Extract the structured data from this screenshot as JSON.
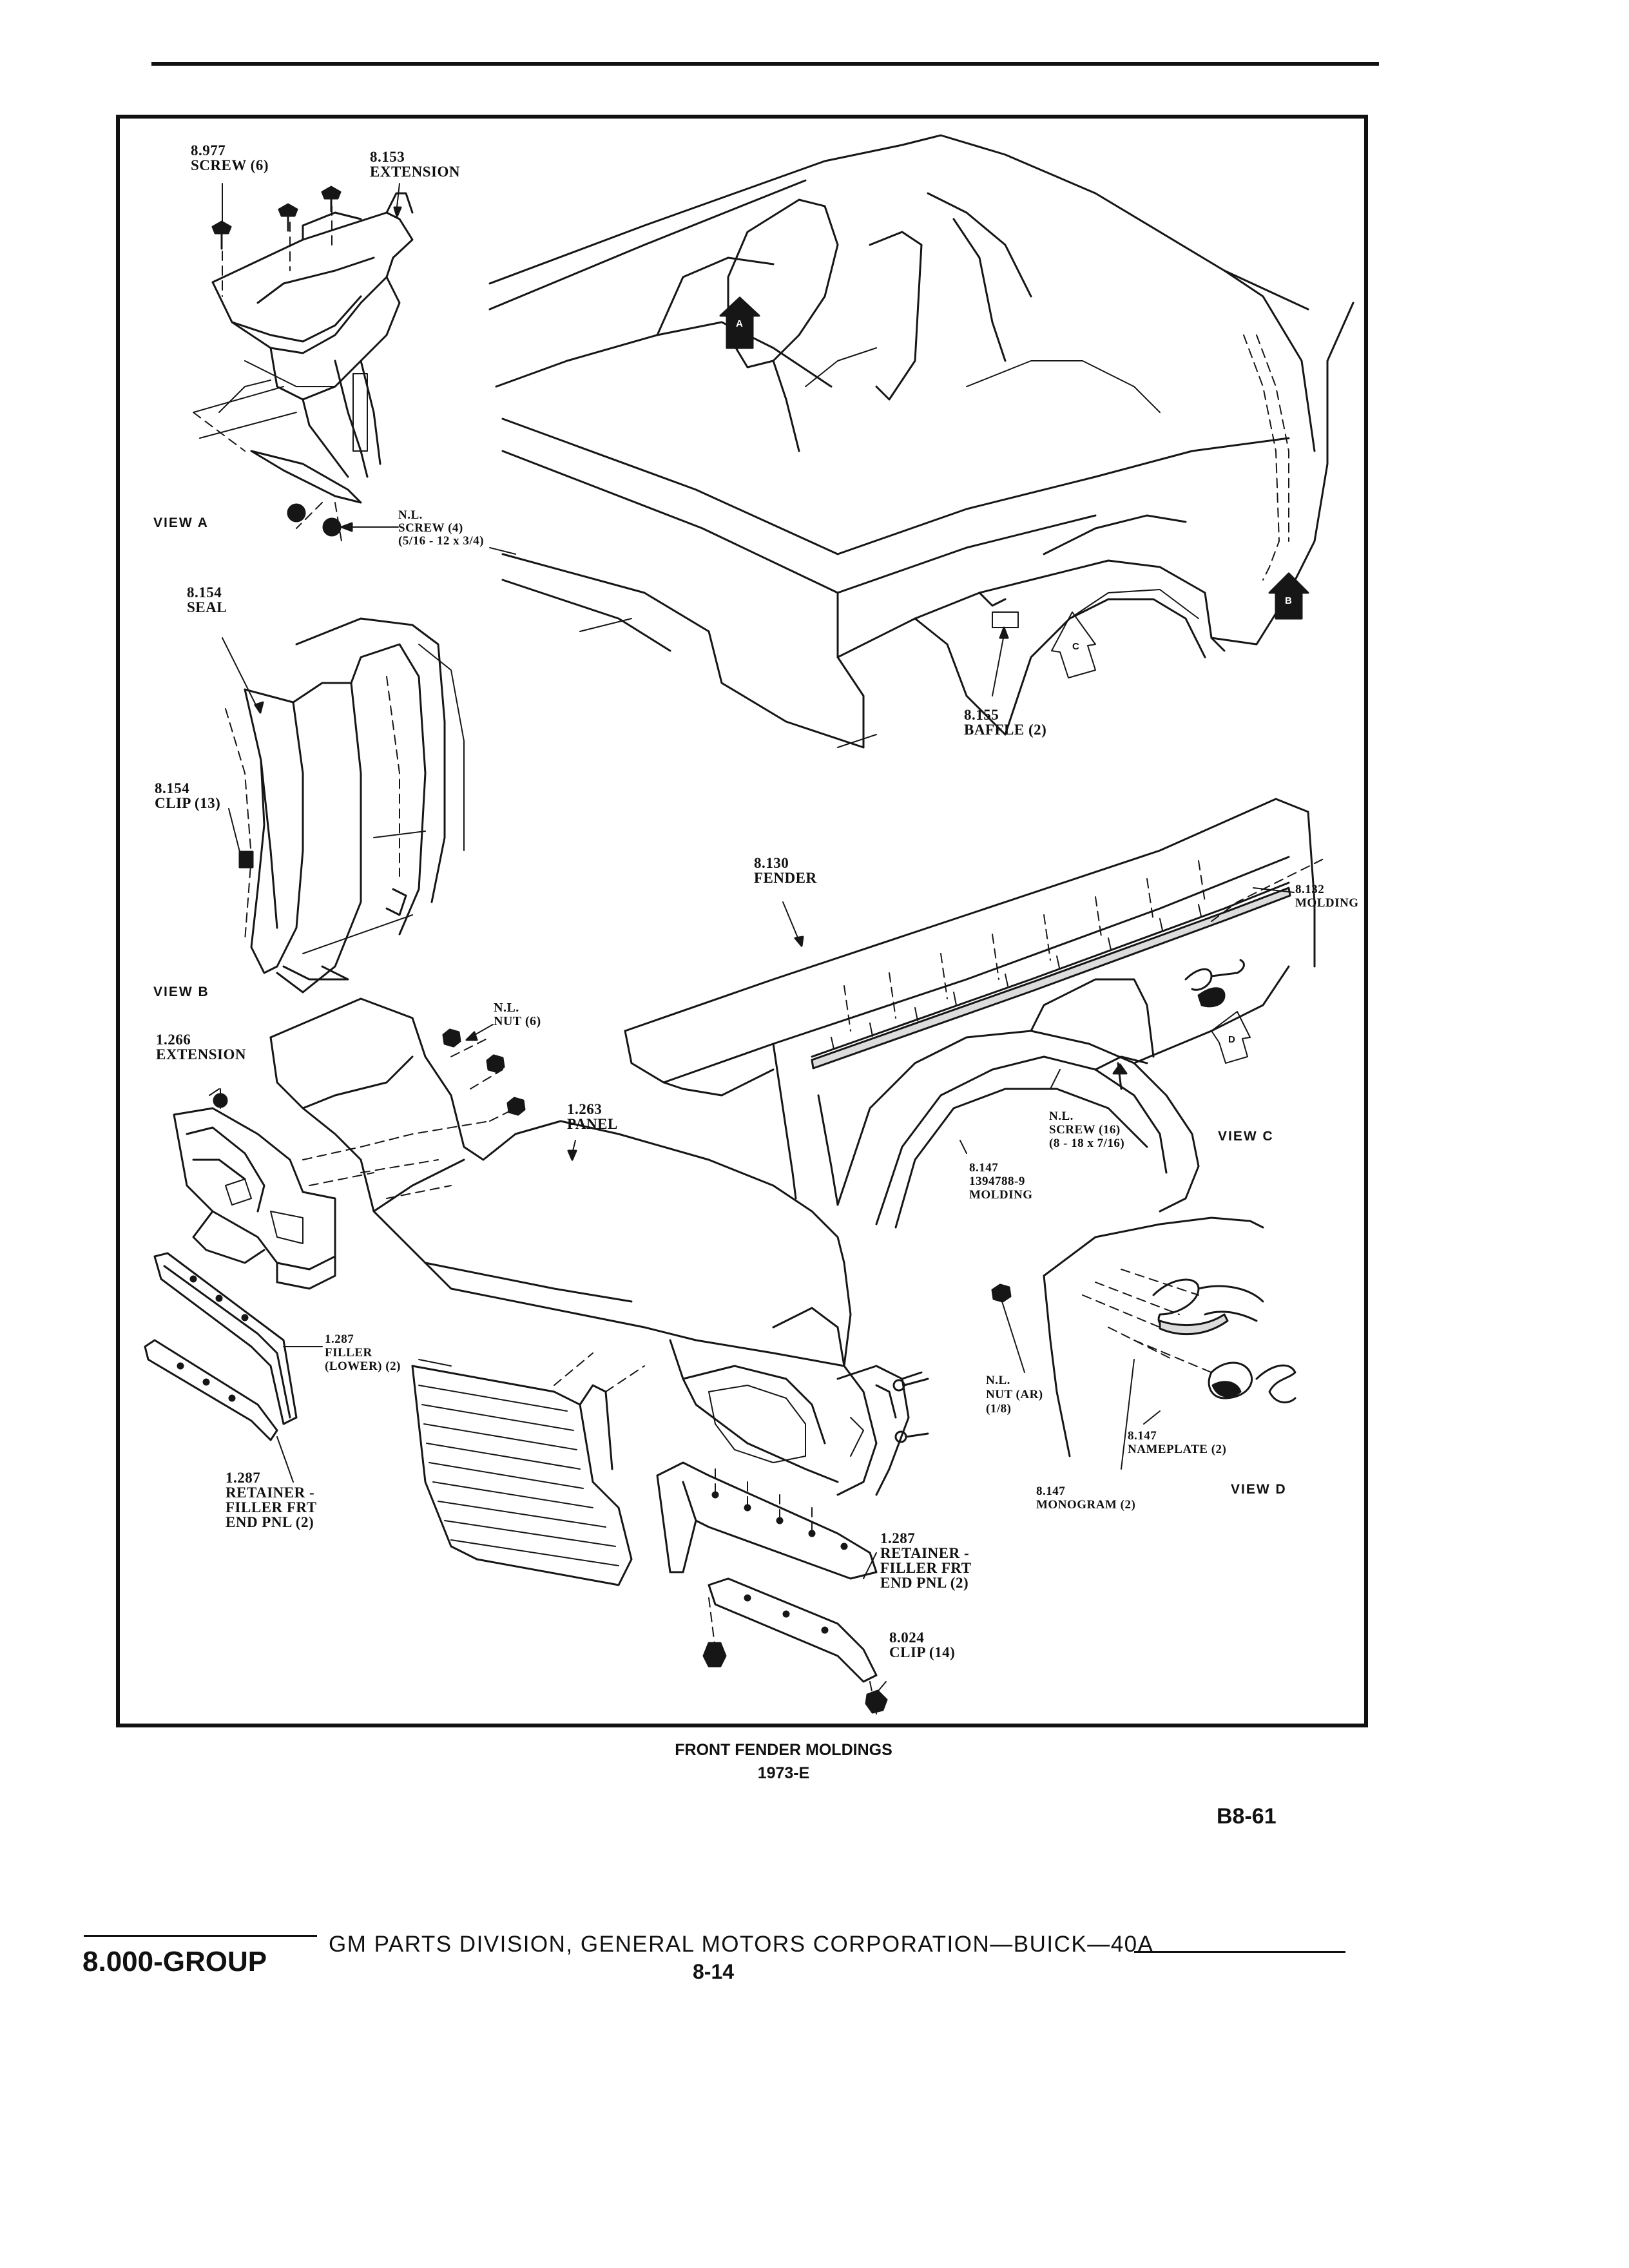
{
  "figure": {
    "caption_title": "FRONT FENDER MOLDINGS",
    "caption_sub": "1973-E",
    "page_code": "B8-61",
    "views": {
      "a": "VIEW A",
      "b": "VIEW B",
      "c": "VIEW C",
      "d": "VIEW D"
    },
    "view_markers": {
      "a": "A",
      "b": "B",
      "c": "C",
      "d": "D"
    },
    "labels": {
      "screw_8977": [
        "8.977",
        "SCREW (6)"
      ],
      "extension_8153": [
        "8.153",
        "EXTENSION"
      ],
      "screw_nl_4": [
        "N.L.",
        "SCREW (4)",
        "(5/16 - 12 x 3/4)"
      ],
      "seal_8154": [
        "8.154",
        "SEAL"
      ],
      "clip_8154": [
        "8.154",
        "CLIP (13)"
      ],
      "baffle_8155": [
        "8.155",
        "BAFFLE (2)"
      ],
      "fender_8130": [
        "8.130",
        "FENDER"
      ],
      "molding_8132": [
        "8.132",
        "MOLDING"
      ],
      "nut_nl_6": [
        "N.L.",
        "NUT (6)"
      ],
      "extension_1266": [
        "1.266",
        "EXTENSION"
      ],
      "panel_1263": [
        "1.263",
        "PANEL"
      ],
      "screw_nl_16": [
        "N.L.",
        "SCREW (16)",
        "(8 - 18 x 7/16)"
      ],
      "molding_8147": [
        "8.147",
        "1394788-9",
        "MOLDING"
      ],
      "filler_1287": [
        "1.287",
        "FILLER",
        "(LOWER) (2)"
      ],
      "retainer_1287_left": [
        "1.287",
        "RETAINER -",
        "FILLER FRT",
        "END PNL (2)"
      ],
      "retainer_1287_right": [
        "1.287",
        "RETAINER -",
        "FILLER FRT",
        "END PNL (2)"
      ],
      "clip_8024": [
        "8.024",
        "CLIP (14)"
      ],
      "nut_nl_ar": [
        "N.L.",
        "NUT (AR)",
        "(1/8)"
      ],
      "nameplate_8147": [
        "8.147",
        "NAMEPLATE (2)"
      ],
      "monogram_8147": [
        "8.147",
        "MONOGRAM (2)"
      ]
    }
  },
  "footer": {
    "group": "8.000-GROUP",
    "publisher": "GM PARTS DIVISION, GENERAL MOTORS CORPORATION—BUICK—40A",
    "page_number": "8-14"
  }
}
